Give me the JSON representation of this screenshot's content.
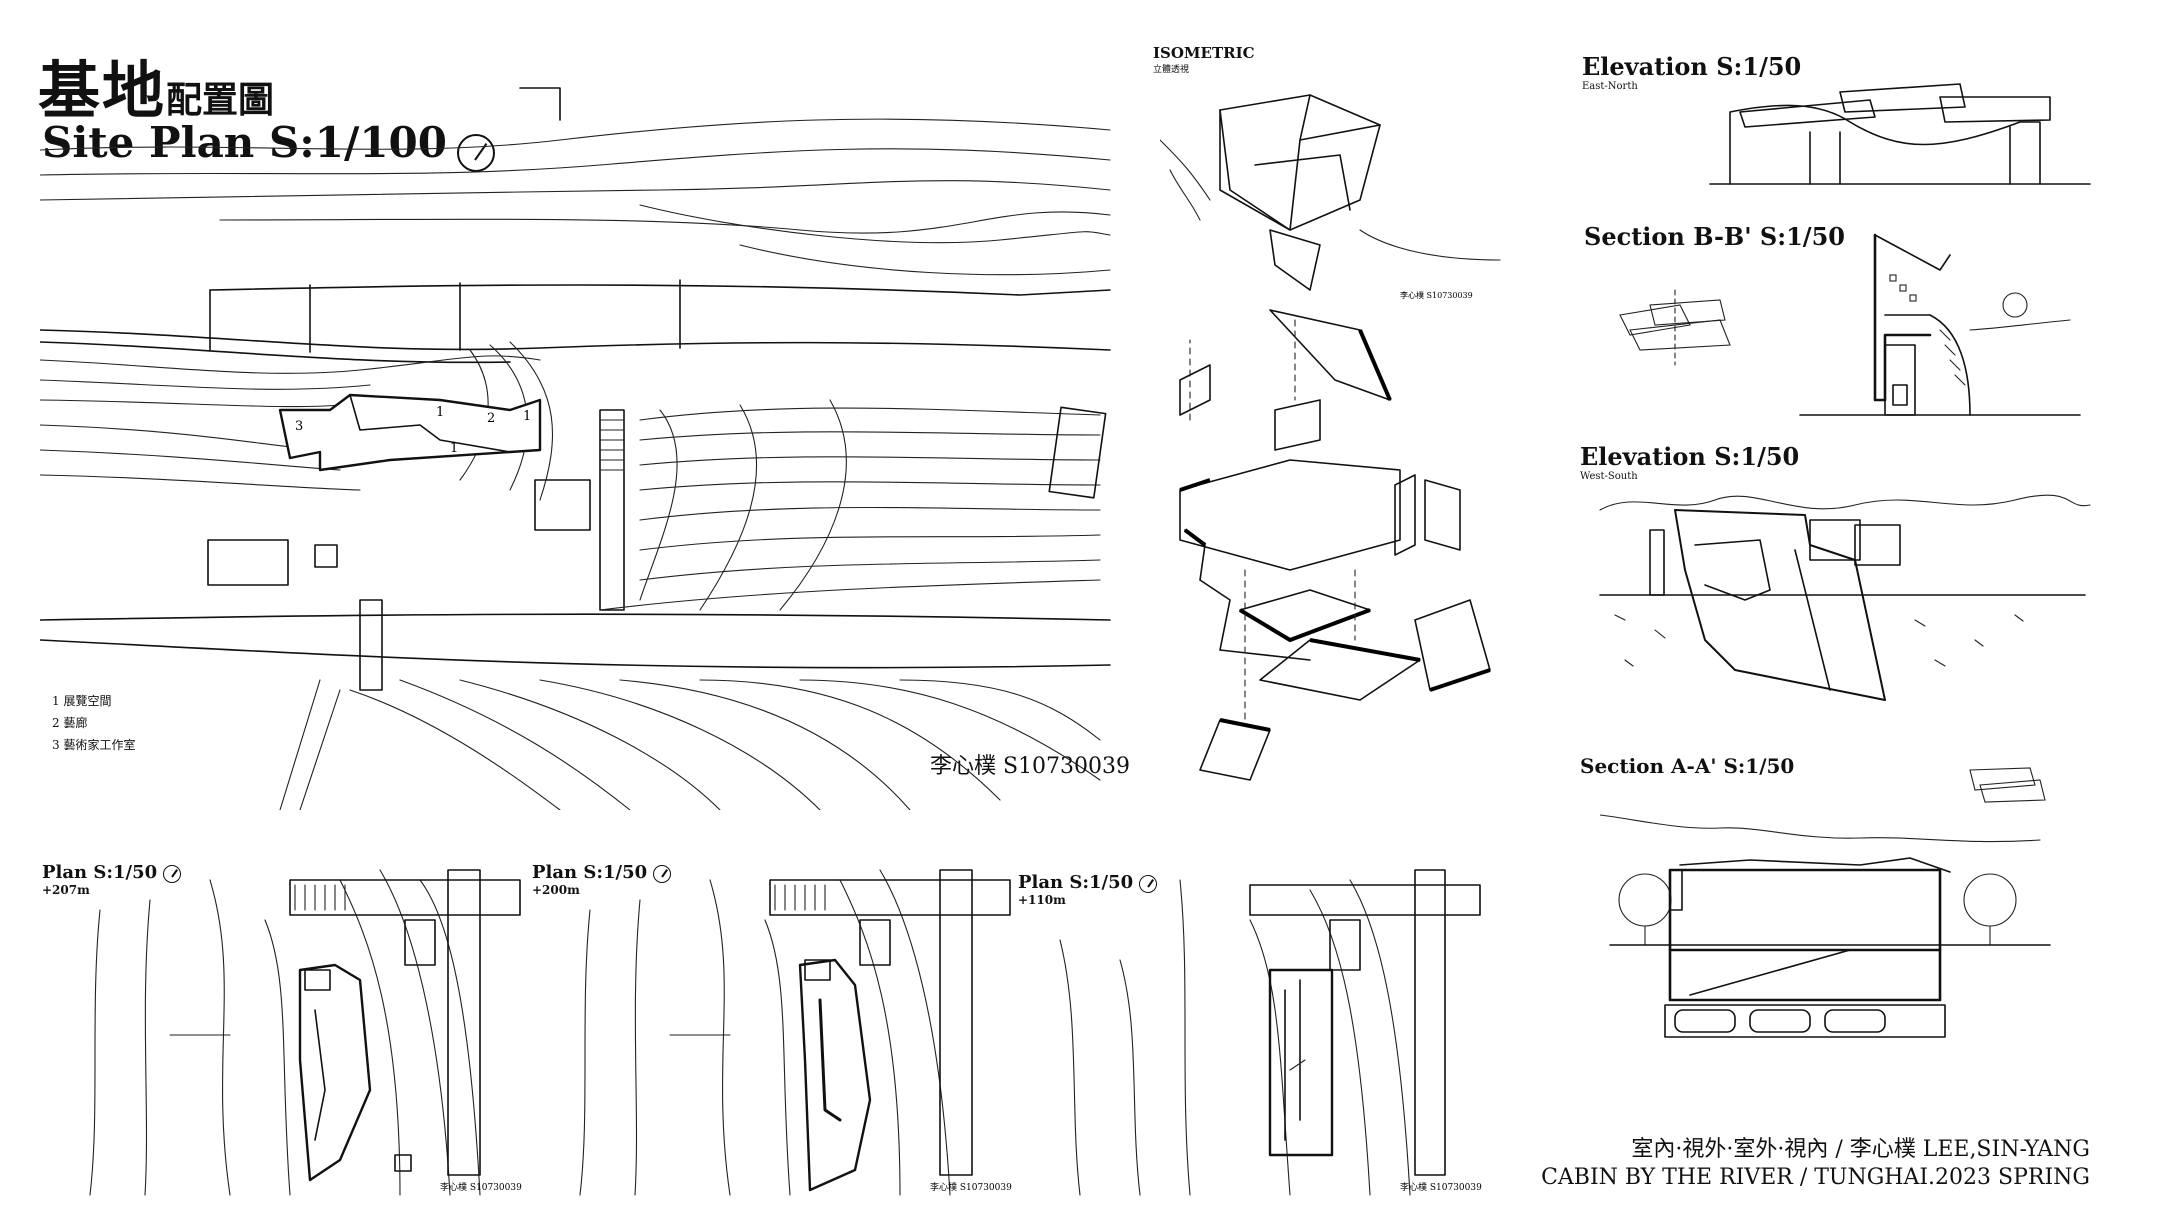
{
  "site_plan": {
    "title_zh_big": "基地",
    "title_zh_small": "配置圖",
    "title_en": "Site Plan  S:1/100",
    "legend": [
      "1 展覽空間",
      "2 藝廊",
      "3 藝術家工作室"
    ],
    "signature": "李心樸 S10730039",
    "room_numbers": [
      "3",
      "1",
      "2",
      "1",
      "1"
    ]
  },
  "isometric": {
    "title": "ISOMETRIC",
    "subtitle": "立體透視",
    "signature": "李心樸 S10730039"
  },
  "elevation_en": {
    "title": "Elevation  S:1/50",
    "subtitle": "East-North"
  },
  "section_bb": {
    "title": "Section B-B'  S:1/50"
  },
  "elevation_ws": {
    "title": "Elevation  S:1/50",
    "subtitle": "West-South"
  },
  "section_aa": {
    "title": "Section A-A'  S:1/50"
  },
  "plans": [
    {
      "title": "Plan  S:1/50",
      "level": "+207m",
      "signature": "李心樸 S10730039"
    },
    {
      "title": "Plan  S:1/50",
      "level": "+200m",
      "signature": "李心樸 S10730039"
    },
    {
      "title": "Plan  S:1/50",
      "level": "+110m",
      "signature": "李心樸 S10730039"
    }
  ],
  "credits": {
    "line1": "室內·視外·室外·視內 / 李心樸 LEE,SIN-YANG",
    "line2": "CABIN BY THE RIVER / TUNGHAI.2023 SPRING"
  }
}
